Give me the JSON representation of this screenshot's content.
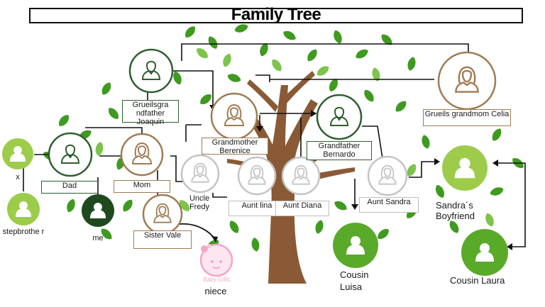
{
  "title": "Family Tree",
  "people": {
    "gg_grandfather": "Grueilsgra ndfather Joaquin",
    "gg_grandmother": "Grueils grandmom Celia",
    "grandmother": "Grandmother Berenice",
    "grandfather": "Grandfather Bernardo",
    "dad": "Dad",
    "mom": "Mom",
    "x": "x",
    "stepbrother": "stepbrothe r",
    "me": "me",
    "uncle": "Uncle Fredy",
    "aunt_lina": "Aunt lina",
    "aunt_diana": "Aunt Diana",
    "aunt_sandra": "Aunt Sandra",
    "sandra_boyfriend": "Sandra´s Boyfriend",
    "sister": "Sister Vale",
    "niece": "niece",
    "baby_girl": "Baby GIRL",
    "cousin_luisa": "Cousin Luisa",
    "cousin_laura": "Cousin Laura"
  },
  "colors": {
    "dark_green": "#2f5e2f",
    "leaf_green": "#5aaa2a",
    "light_green": "#9ccc4a",
    "brown": "#a07c53",
    "grey": "#c4c4c4",
    "trunk": "#8a5a36",
    "pink": "#f2a6c8"
  }
}
